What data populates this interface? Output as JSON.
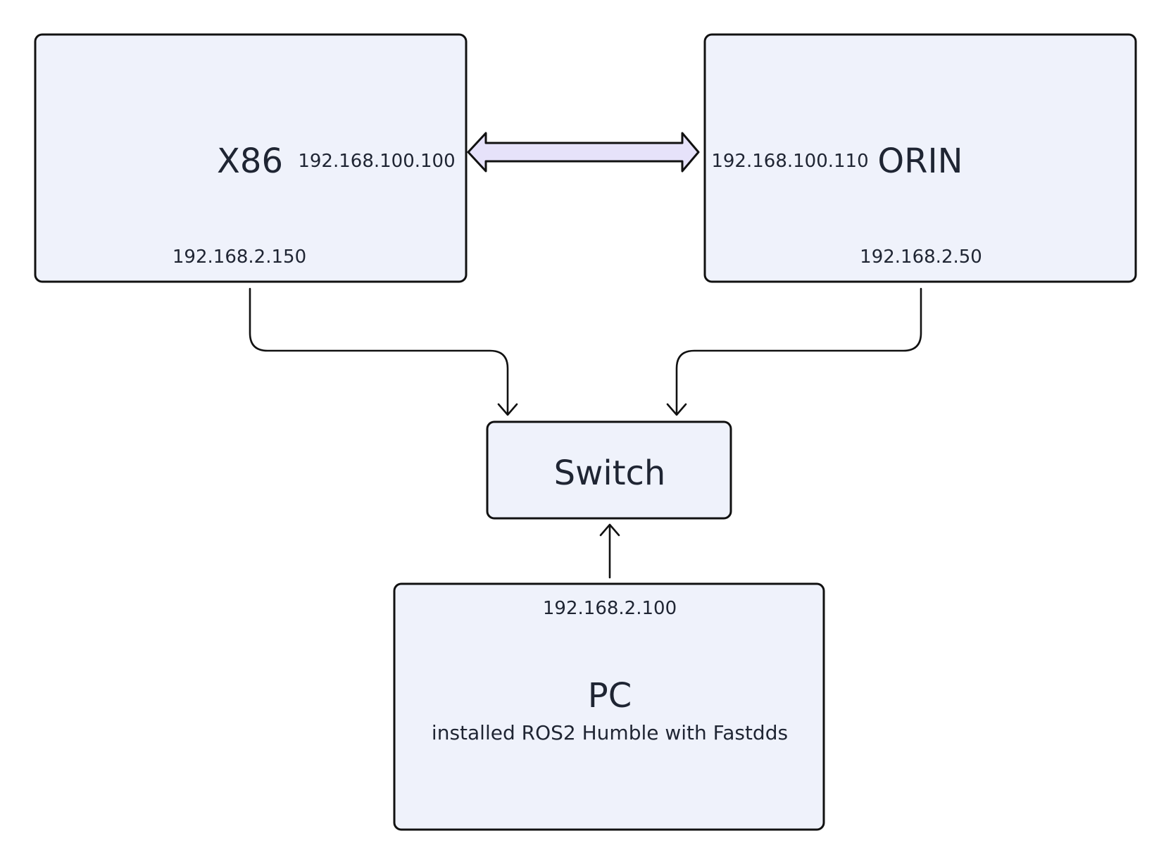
{
  "nodes": {
    "x86": {
      "title": "X86",
      "ip_link": "192.168.100.100",
      "ip_lan": "192.168.2.150"
    },
    "orin": {
      "title": "ORIN",
      "ip_link": "192.168.100.110",
      "ip_lan": "192.168.2.50"
    },
    "switch": {
      "title": "Switch"
    },
    "pc": {
      "ip_lan": "192.168.2.100",
      "title": "PC",
      "note": "installed ROS2 Humble with Fastdds"
    }
  },
  "colors": {
    "node_fill": "#eff2fb",
    "stroke": "#111111",
    "double_arrow_fill": "#e6e2fa",
    "text": "#1f2533"
  },
  "edges": [
    {
      "from": "x86",
      "to": "orin",
      "direction": "both"
    },
    {
      "from": "x86",
      "to": "switch",
      "direction": "forward"
    },
    {
      "from": "orin",
      "to": "switch",
      "direction": "forward"
    },
    {
      "from": "pc",
      "to": "switch",
      "direction": "forward"
    }
  ]
}
